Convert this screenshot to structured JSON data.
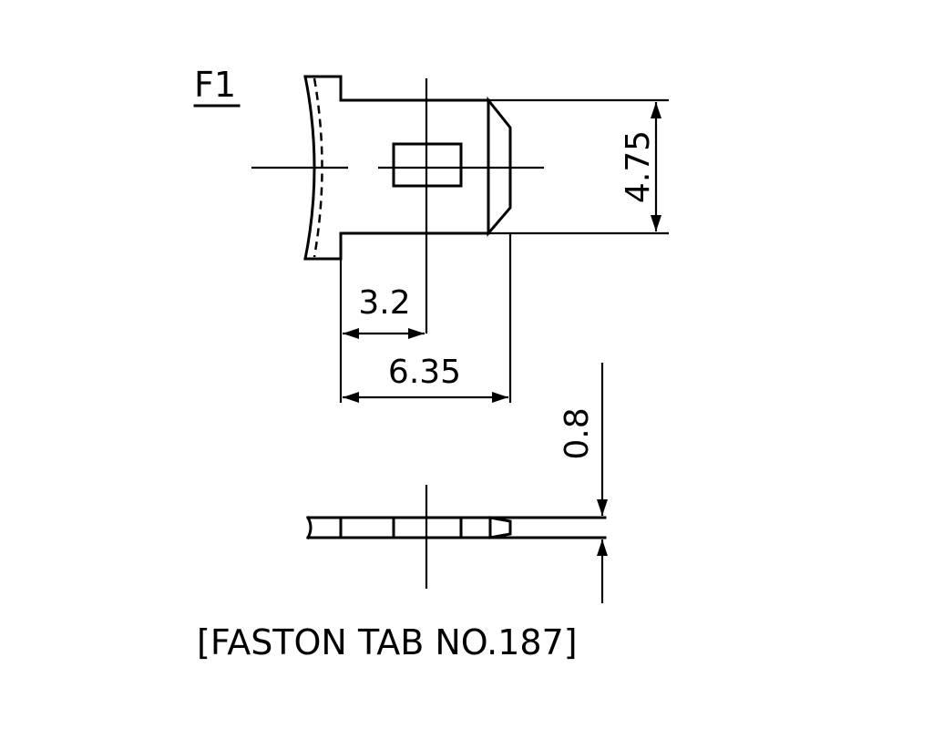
{
  "drawing": {
    "figure_label": "F1",
    "caption": "[FASTON TAB NO.187]",
    "dimensions": {
      "tab_width": "4.75",
      "hole_offset": "3.2",
      "tab_length": "6.35",
      "thickness": "0.8"
    }
  }
}
